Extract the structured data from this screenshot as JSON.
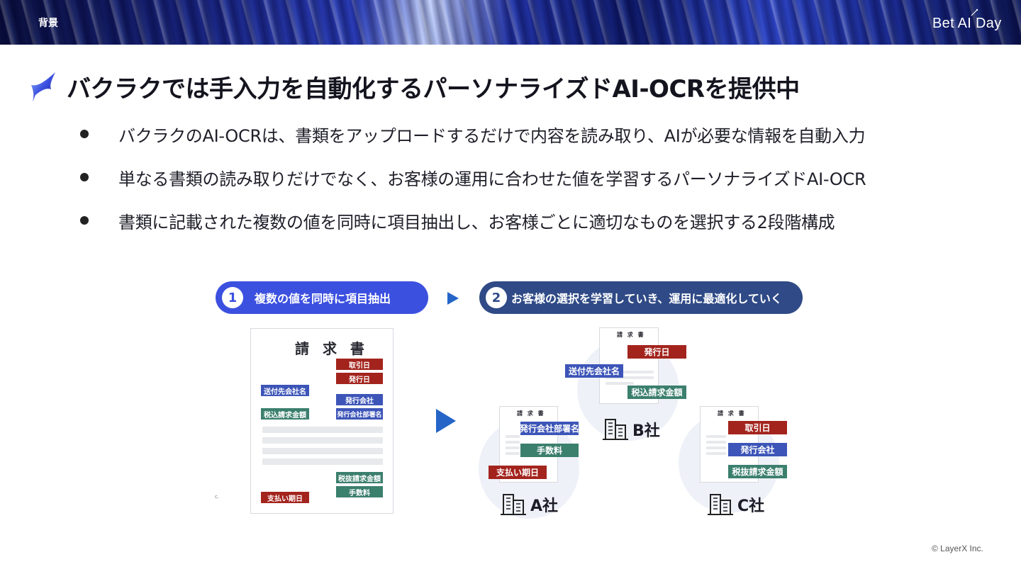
{
  "header": {
    "section_label": "背景",
    "brand": "Bet AI Day"
  },
  "title": "バクラクでは手入力を自動化するパーソナライズドAI-OCRを提供中",
  "bullets": [
    "バクラクのAI-OCRは、書類をアップロードするだけで内容を読み取り、AIが必要な情報を自動入力",
    "単なる書類の読み取りだけでなく、お客様の運用に合わせた値を学習するパーソナライズドAI-OCR",
    "書類に記載された複数の値を同時に項目抽出し、お客様ごとに適切なものを選択する2段階構成"
  ],
  "diagram": {
    "step1": {
      "num": "1",
      "label": "複数の値を同時に項目抽出"
    },
    "step2": {
      "num": "2",
      "label": "お客様の選択を学習していき、運用に最適化していく"
    },
    "invoice": {
      "title": "請 求 書",
      "tags": {
        "torihikibi": "取引日",
        "hakkobi": "発行日",
        "sofusaki": "送付先会社名",
        "hakkogaisha": "発行会社",
        "zeikomi": "税込請求金額",
        "busho": "発行会社部署名",
        "zeinuki": "税抜請求金額",
        "tesuryo": "手数料",
        "shiharai": "支払い期日"
      },
      "note": "c."
    },
    "company_a": {
      "doc_title": "請 求 書",
      "name": "A社",
      "tags": {
        "t1": "発行会社部署名",
        "t2": "手数料",
        "t3": "支払い期日"
      }
    },
    "company_b": {
      "doc_title": "請 求 書",
      "name": "B社",
      "tags": {
        "t1": "発行日",
        "t2": "送付先会社名",
        "t3": "税込請求金額"
      }
    },
    "company_c": {
      "doc_title": "請 求 書",
      "name": "C社",
      "tags": {
        "t1": "取引日",
        "t2": "発行会社",
        "t3": "税抜請求金額"
      }
    }
  },
  "footer": {
    "copyright": "© LayerX Inc."
  },
  "colors": {
    "pill1": "#3c50e0",
    "pill2": "#2f4a86",
    "tag_red": "#a3241d",
    "tag_blue": "#3d55b8",
    "tag_green": "#3b7f6d",
    "arrow": "#2565c8"
  }
}
